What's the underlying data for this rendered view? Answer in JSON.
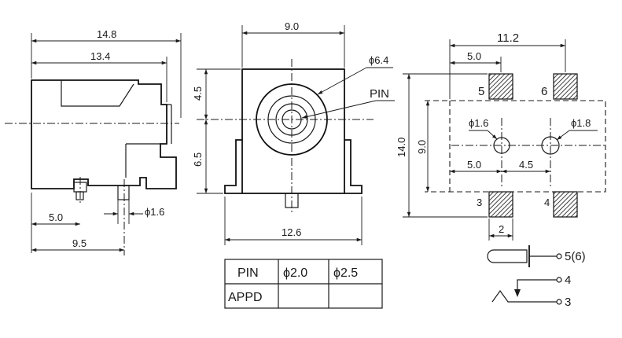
{
  "side_view": {
    "dim_14_8": "14.8",
    "dim_13_4": "13.4",
    "dim_5_0": "5.0",
    "dim_9_5": "9.5",
    "dim_phi_1_6": "ϕ1.6"
  },
  "front_view": {
    "dim_9_0": "9.0",
    "dim_4_5": "4.5",
    "dim_6_5": "6.5",
    "dim_12_6": "12.6",
    "dim_phi_6_4": "ϕ6.4",
    "label_pin": "PIN"
  },
  "footprint": {
    "dim_11_2": "11.2",
    "dim_5_0_top": "5.0",
    "dim_14_0": "14.0",
    "dim_9_0": "9.0",
    "dim_phi_1_6": "ϕ1.6",
    "dim_phi_1_8": "ϕ1.8",
    "dim_5_0_mid": "5.0",
    "dim_4_5": "4.5",
    "dim_2": "2",
    "pad_5": "5",
    "pad_6": "6",
    "pad_3": "3",
    "pad_4": "4"
  },
  "schematic": {
    "pin_5_6": "5(6)",
    "pin_4": "4",
    "pin_3": "3"
  },
  "table": {
    "headers": [
      "PIN",
      "ϕ2.0",
      "ϕ2.5"
    ],
    "row_label": "APPD",
    "row_values": [
      "",
      ""
    ]
  }
}
